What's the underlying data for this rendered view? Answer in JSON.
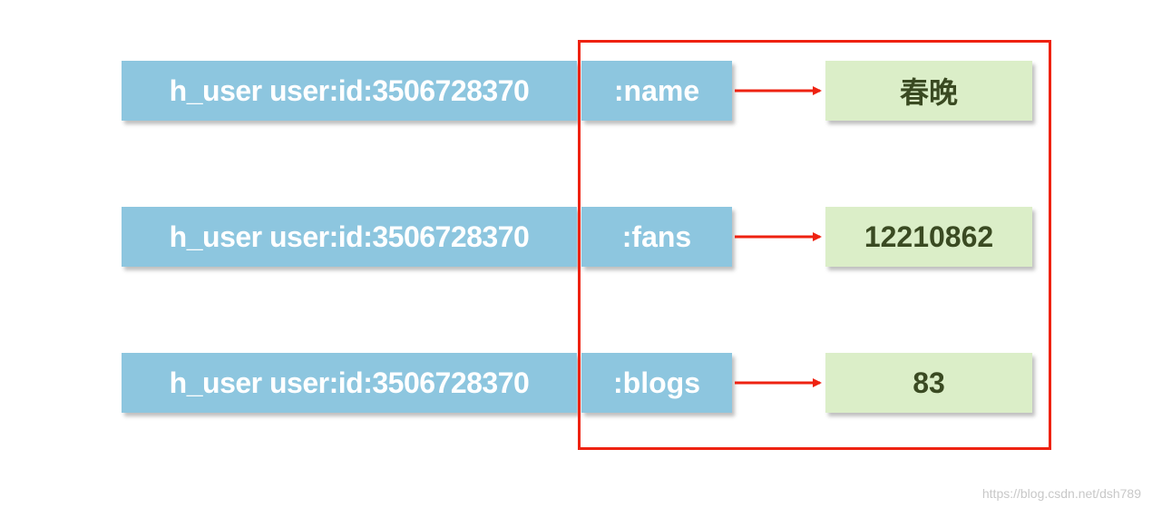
{
  "rows": [
    {
      "key": "h_user user:id:3506728370",
      "field": ":name",
      "value": "春晚"
    },
    {
      "key": "h_user user:id:3506728370",
      "field": ":fans",
      "value": "12210862"
    },
    {
      "key": "h_user user:id:3506728370",
      "field": ":blogs",
      "value": "83"
    }
  ],
  "watermark": "https://blog.csdn.net/dsh789",
  "colors": {
    "key_box": "#8dc6df",
    "value_box": "#dbeec8",
    "highlight": "#ee2211",
    "arrow": "#ee2211"
  }
}
